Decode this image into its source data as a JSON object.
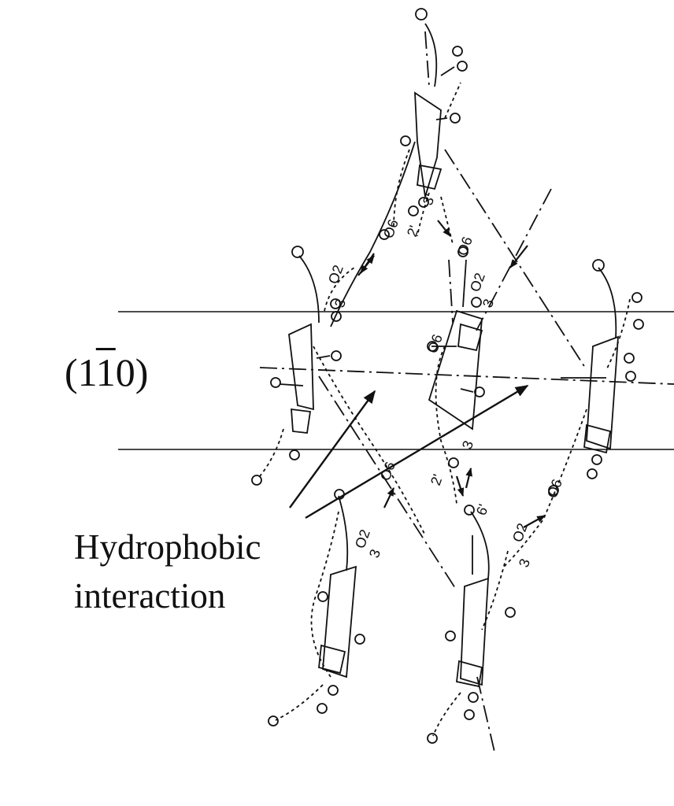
{
  "plane_label": {
    "open": "(1",
    "over": "1",
    "close": "0)"
  },
  "annotation": {
    "line1": "Hydrophobic",
    "line2": "interaction"
  },
  "atom_labels": {
    "o2": "O2",
    "o3": "3",
    "o6": "O6",
    "o2p": "2'",
    "o6p": "6'",
    "o3p": "3'"
  },
  "colors": {
    "ink": "#111111",
    "background": "#ffffff"
  }
}
